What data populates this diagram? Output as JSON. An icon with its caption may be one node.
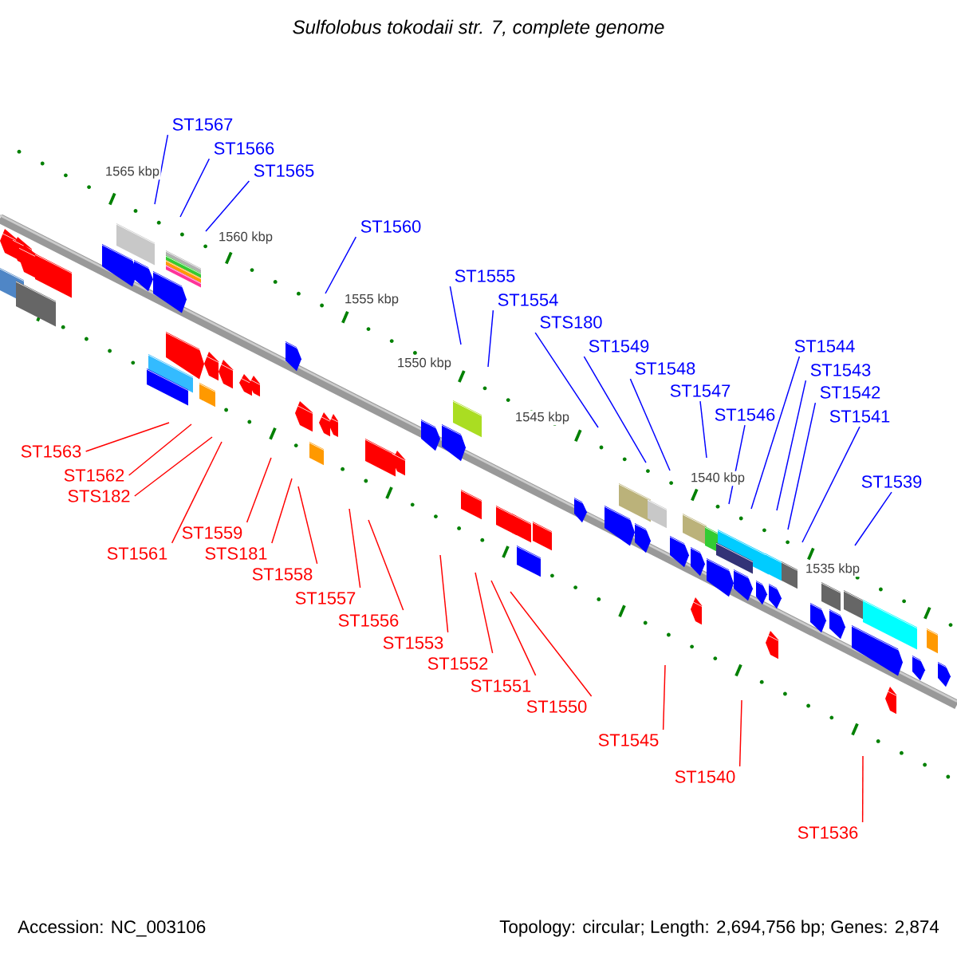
{
  "diagram": {
    "title": "Sulfolobus tokodaii str. 7, complete genome",
    "nodes": [
      {
        "text": [
          "ST1567"
        ]
      },
      {
        "text": [
          "ST1566"
        ]
      },
      {
        "text": [
          "ST1565"
        ]
      },
      {
        "text": [
          "ST1560"
        ]
      },
      {
        "text": [
          "ST1555"
        ]
      },
      {
        "text": [
          "ST1554"
        ]
      },
      {
        "text": [
          "STS180"
        ]
      },
      {
        "text": [
          "ST1549"
        ]
      },
      {
        "text": [
          "ST1548"
        ]
      },
      {
        "text": [
          "ST1547"
        ]
      },
      {
        "text": [
          "ST1546"
        ]
      },
      {
        "text": [
          "ST1544"
        ]
      },
      {
        "text": [
          "ST1543"
        ]
      },
      {
        "text": [
          "ST1542"
        ]
      },
      {
        "text": [
          "ST1541"
        ]
      },
      {
        "text": [
          "ST1539"
        ]
      },
      {
        "text": [
          "ST1563"
        ]
      },
      {
        "text": [
          "ST1562"
        ]
      },
      {
        "text": [
          "STS182"
        ]
      },
      {
        "text": [
          "ST1561"
        ]
      },
      {
        "text": [
          "ST1559"
        ]
      },
      {
        "text": [
          "STS181"
        ]
      },
      {
        "text": [
          "ST1558"
        ]
      },
      {
        "text": [
          "ST1557"
        ]
      },
      {
        "text": [
          "ST1556"
        ]
      },
      {
        "text": [
          "ST1553"
        ]
      },
      {
        "text": [
          "ST1552"
        ]
      },
      {
        "text": [
          "ST1551"
        ]
      },
      {
        "text": [
          "ST1550"
        ]
      },
      {
        "text": [
          "ST1545"
        ]
      },
      {
        "text": [
          "ST1540"
        ]
      },
      {
        "text": [
          "ST1536"
        ]
      }
    ],
    "edges": [
      {
        "from": 0,
        "to": null,
        "arrow": "none",
        "color": "#0000ff"
      },
      {
        "from": 1,
        "to": null,
        "arrow": "none",
        "color": "#0000ff"
      },
      {
        "from": 2,
        "to": null,
        "arrow": "none",
        "color": "#0000ff"
      },
      {
        "from": 3,
        "to": null,
        "arrow": "none",
        "color": "#0000ff"
      },
      {
        "from": 4,
        "to": null,
        "arrow": "none",
        "color": "#0000ff"
      },
      {
        "from": 5,
        "to": null,
        "arrow": "none",
        "color": "#0000ff"
      },
      {
        "from": 6,
        "to": null,
        "arrow": "none",
        "color": "#0000ff"
      },
      {
        "from": 7,
        "to": null,
        "arrow": "none",
        "color": "#0000ff"
      },
      {
        "from": 8,
        "to": null,
        "arrow": "none",
        "color": "#0000ff"
      },
      {
        "from": 9,
        "to": null,
        "arrow": "none",
        "color": "#0000ff"
      },
      {
        "from": 10,
        "to": null,
        "arrow": "none",
        "color": "#0000ff"
      },
      {
        "from": 11,
        "to": null,
        "arrow": "none",
        "color": "#0000ff"
      },
      {
        "from": 12,
        "to": null,
        "arrow": "none",
        "color": "#0000ff"
      },
      {
        "from": 13,
        "to": null,
        "arrow": "none",
        "color": "#0000ff"
      },
      {
        "from": 14,
        "to": null,
        "arrow": "none",
        "color": "#0000ff"
      },
      {
        "from": 15,
        "to": null,
        "arrow": "none",
        "color": "#0000ff"
      },
      {
        "from": 16,
        "to": null,
        "arrow": "none",
        "color": "#ff0000"
      },
      {
        "from": 17,
        "to": null,
        "arrow": "none",
        "color": "#ff0000"
      },
      {
        "from": 18,
        "to": null,
        "arrow": "none",
        "color": "#ff0000"
      },
      {
        "from": 19,
        "to": null,
        "arrow": "none",
        "color": "#ff0000"
      },
      {
        "from": 20,
        "to": null,
        "arrow": "none",
        "color": "#ff0000"
      },
      {
        "from": 21,
        "to": null,
        "arrow": "none",
        "color": "#ff0000"
      },
      {
        "from": 22,
        "to": null,
        "arrow": "none",
        "color": "#ff0000"
      },
      {
        "from": 23,
        "to": null,
        "arrow": "none",
        "color": "#ff0000"
      },
      {
        "from": 24,
        "to": null,
        "arrow": "none",
        "color": "#ff0000"
      },
      {
        "from": 25,
        "to": null,
        "arrow": "none",
        "color": "#ff0000"
      },
      {
        "from": 26,
        "to": null,
        "arrow": "none",
        "color": "#ff0000"
      },
      {
        "from": 27,
        "to": null,
        "arrow": "none",
        "color": "#ff0000"
      },
      {
        "from": 28,
        "to": null,
        "arrow": "none",
        "color": "#ff0000"
      },
      {
        "from": 29,
        "to": null,
        "arrow": "none",
        "color": "#ff0000"
      },
      {
        "from": 30,
        "to": null,
        "arrow": "none",
        "color": "#ff0000"
      },
      {
        "from": 31,
        "to": null,
        "arrow": "none",
        "color": "#ff0000"
      }
    ],
    "labels": [
      "1565 kbp",
      "1560 kbp",
      "1555 kbp",
      "1550 kbp",
      "1545 kbp",
      "1540 kbp",
      "1535 kbp",
      "Accession: NC_003106",
      "Topology: circular; Length: 2,694,756 bp; Genes: 2,874"
    ]
  }
}
